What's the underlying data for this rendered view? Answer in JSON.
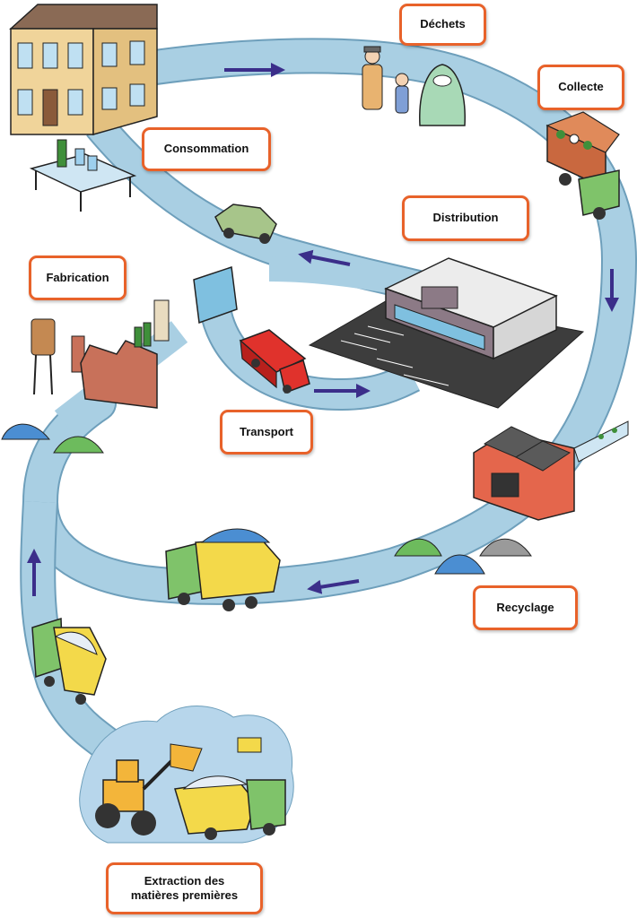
{
  "diagram": {
    "stages": [
      {
        "id": "dechets",
        "label": "Déchets"
      },
      {
        "id": "collecte",
        "label": "Collecte"
      },
      {
        "id": "consommation",
        "label": "Consommation"
      },
      {
        "id": "distribution",
        "label": "Distribution"
      },
      {
        "id": "fabrication",
        "label": "Fabrication"
      },
      {
        "id": "transport",
        "label": "Transport"
      },
      {
        "id": "recyclage",
        "label": "Recyclage"
      },
      {
        "id": "extraction",
        "label": "Extraction des\nmatières premières"
      }
    ],
    "colors": {
      "path": "#a9cfe3",
      "path_edge": "#6e9fbb",
      "arrow": "#3b2e8a",
      "label_border": "#e8622a",
      "house_wall": "#f0d49a",
      "house_roof": "#8a6a55",
      "factory": "#c8715a",
      "recycle_plant": "#e4664c",
      "truck_cab": "#7fc36a",
      "truck_bed": "#f3d94a",
      "store_roof": "#ececec",
      "store_wall": "#8c7a86",
      "parking": "#3d3d3d",
      "red_truck": "#e0322c",
      "car": "#a7c58a",
      "heap_blue": "#4b8ed2",
      "heap_green": "#6dbb5d",
      "heap_gray": "#9a9a9a"
    }
  }
}
